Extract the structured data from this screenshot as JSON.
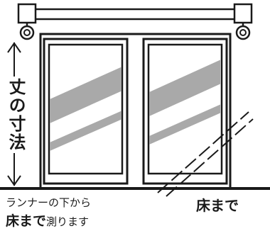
{
  "diagram": {
    "height_label": "丈の寸法",
    "note": {
      "line1": "ランナーの下から",
      "line2_bold": "床まで",
      "line2_rest": "測ります"
    },
    "floor_label": "床まで"
  },
  "colors": {
    "line": "#1a1a1a",
    "glass_stripe": "#a9a9a9",
    "background": "#ffffff"
  }
}
